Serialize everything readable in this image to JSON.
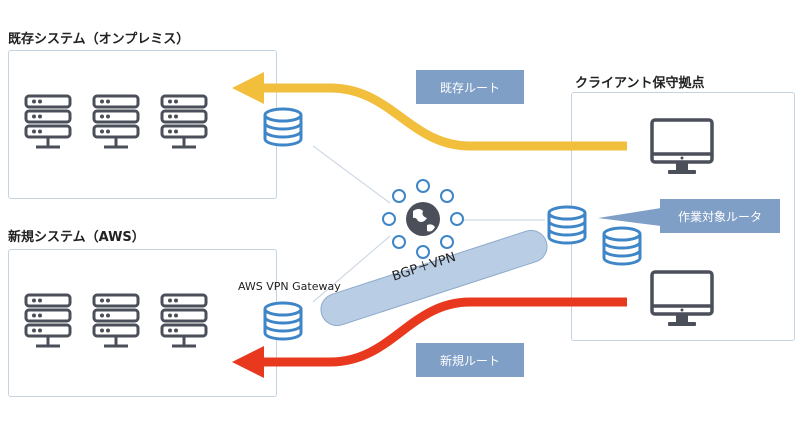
{
  "diagram": {
    "onprem": {
      "title": "既存システム（オンプレミス）"
    },
    "aws": {
      "title": "新規システム（AWS）",
      "gateway_label": "AWS VPN Gateway"
    },
    "client": {
      "title": "クライアント保守拠点"
    },
    "routes": {
      "existing": "既存ルート",
      "new": "新規ルート",
      "router": "作業対象ルータ",
      "tunnel": "BGP＋VPN"
    },
    "colors": {
      "existing_route": "#f2bf3c",
      "new_route": "#e8381e",
      "callout": "#7f9fc6",
      "tunnel": "#b9cde4",
      "icon_blue": "#3f86c8",
      "server_dark": "#4a4f5a",
      "box_border": "#c5d2e0"
    },
    "icons": [
      "server-rack-icon",
      "database-icon",
      "monitor-icon",
      "globe-network-icon"
    ]
  }
}
